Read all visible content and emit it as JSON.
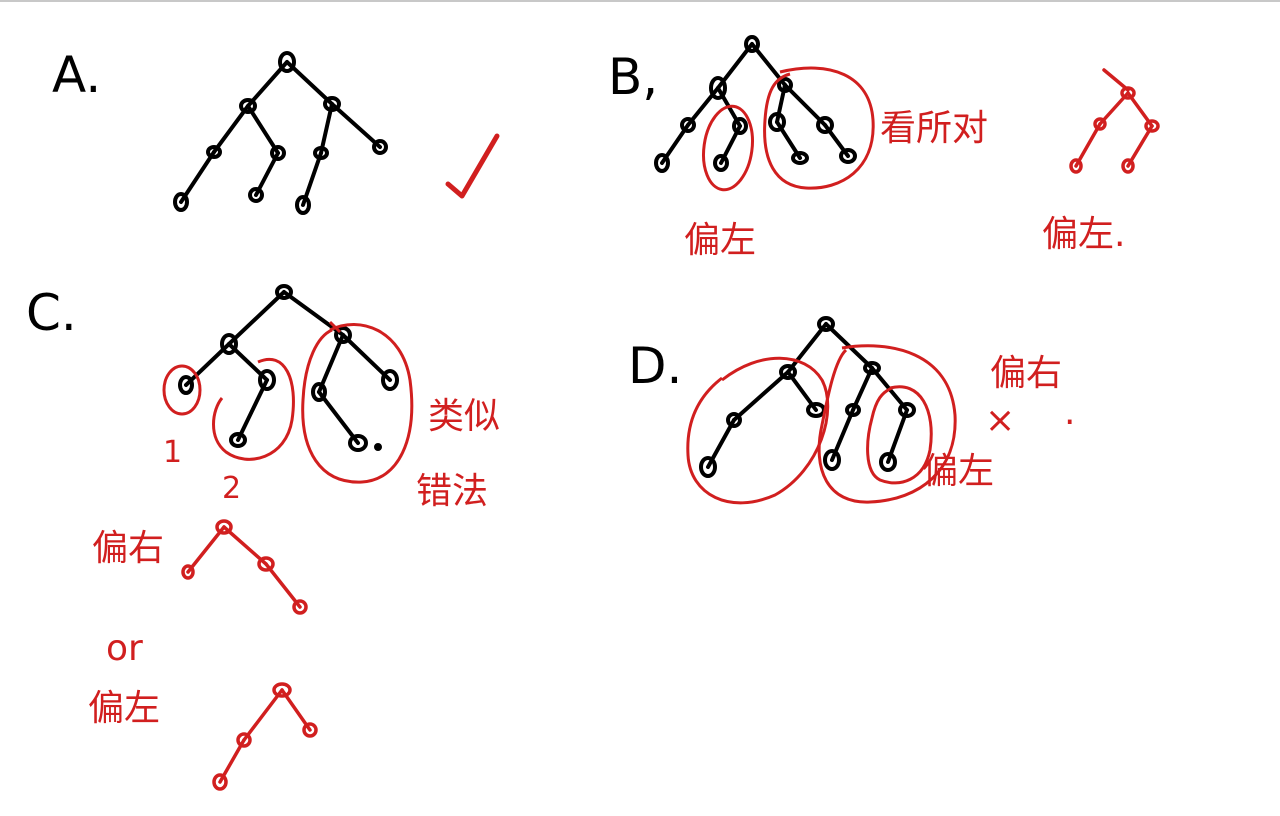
{
  "colors": {
    "ink": "#000000",
    "annotation": "#d11f1f",
    "background": "#ffffff"
  },
  "labels": {
    "a": "A.",
    "b": "B,",
    "c": "C.",
    "d": "D."
  },
  "annotations": {
    "b_right": "看所对",
    "b_left": "偏左",
    "b_small": "偏左.",
    "c_side": "类似",
    "c_side2": "错法",
    "c_num1": "1",
    "c_num2": "2",
    "c_left1": "偏右",
    "c_or": "or",
    "c_left2": "偏左",
    "d_top": "偏右",
    "d_x": "×",
    "d_dot": ".",
    "d_right": "偏左"
  },
  "icons": {
    "a_check": "check-mark-icon"
  }
}
